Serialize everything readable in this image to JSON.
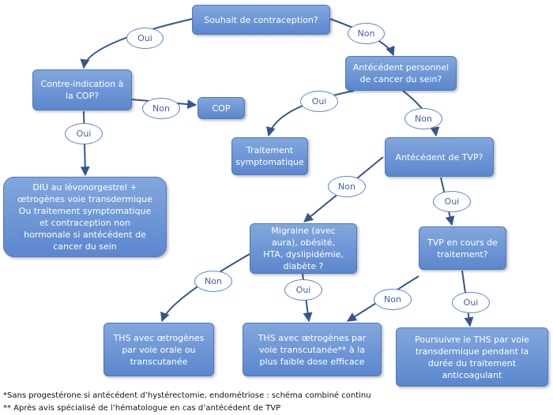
{
  "nodes": {
    "n_contraception": "Souhait de contraception?",
    "n_ci_cop": "Contre-indication à\nla COP?",
    "n_cop": "COP",
    "n_atcd_sein": "Antécédent personnel\nde cancer du sein?",
    "n_traitement": "Traitement\nsymptomatique",
    "n_tvp": "Antécédent de TVP?",
    "n_diu": "DIU au lévonorgestrel +\nœtrogènes voie transdermique\nOu traitement symptomatique\net contraception non\nhormonale si antécédent de\ncancer du sein",
    "n_migraine": "Migraine (avec\naura), obésité,\nHTA, dyslipidémie,\ndiabète ?",
    "n_tvp_cours": "TVP en cours de\ntraitement?",
    "n_ths_orale": "THS avec œtrogènes\npar voie orale ou\ntranscutanée",
    "n_ths_transcut": "THS avec œtrogènes par\nvoie transcutanée** à la\nplus faible dose efficace",
    "n_poursuivre": "Poursuivre le THS par voie\ntransdermique pendant la\ndurée du traitement\nanticoagulant"
  },
  "edge_labels": {
    "e1": "Oui",
    "e2": "Non",
    "e3": "Non",
    "e4": "Oui",
    "e5": "Oui",
    "e6": "Non",
    "e7": "Non",
    "e8": "Oui",
    "e9": "Non",
    "e10": "Oui",
    "e11": "Non",
    "e12": "Oui"
  },
  "footnotes": {
    "f1": "*Sans progestérone si antécédent d’hystérectomie, endométriose : schéma combiné continu",
    "f2": "** Après avis spécialisé de l’hématologue en cas d’antécédent de TVP"
  },
  "colors": {
    "box": "#6d95d6",
    "box_border": "#4f77bb",
    "label_text": "#3d63a6",
    "line": "#34558f"
  }
}
